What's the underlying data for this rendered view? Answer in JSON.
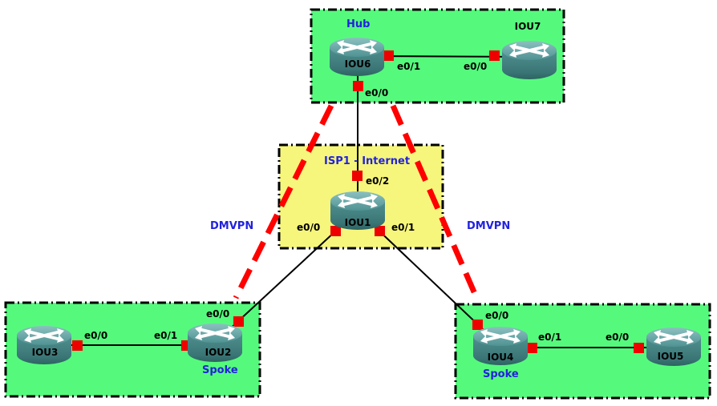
{
  "colors": {
    "canvas_bg": "#FFFFFF",
    "zone_green": "#55FA7D",
    "zone_yellow": "#F6F67C",
    "zone_border": "#000000",
    "link_black": "#000000",
    "tunnel_red": "#FF0000",
    "connector_red": "#EE0000",
    "note_blue": "#2222DD",
    "router_teal": "#4E8F8F"
  },
  "zones": {
    "hub": {
      "title": "Hub"
    },
    "isp": {
      "title": "ISP1 - Internet"
    },
    "spoke_left": {
      "title": "Spoke"
    },
    "spoke_right": {
      "title": "Spoke"
    }
  },
  "devices": {
    "iou1": "IOU1",
    "iou2": "IOU2",
    "iou3": "IOU3",
    "iou4": "IOU4",
    "iou5": "IOU5",
    "iou6": "IOU6",
    "iou7": "IOU7"
  },
  "interfaces": {
    "iou6_iou7": {
      "near": "e0/1",
      "far": "e0/0"
    },
    "iou6_iou1": {
      "near": "e0/0",
      "far": "e0/2"
    },
    "iou1_iou2": {
      "near": "e0/0",
      "far": "e0/0"
    },
    "iou1_iou4": {
      "near": "e0/1",
      "far": "e0/0"
    },
    "iou3_iou2": {
      "near": "e0/0",
      "far": "e0/1"
    },
    "iou4_iou5": {
      "near": "e0/1",
      "far": "e0/0"
    }
  },
  "tunnels": {
    "left": "DMVPN",
    "right": "DMVPN"
  }
}
